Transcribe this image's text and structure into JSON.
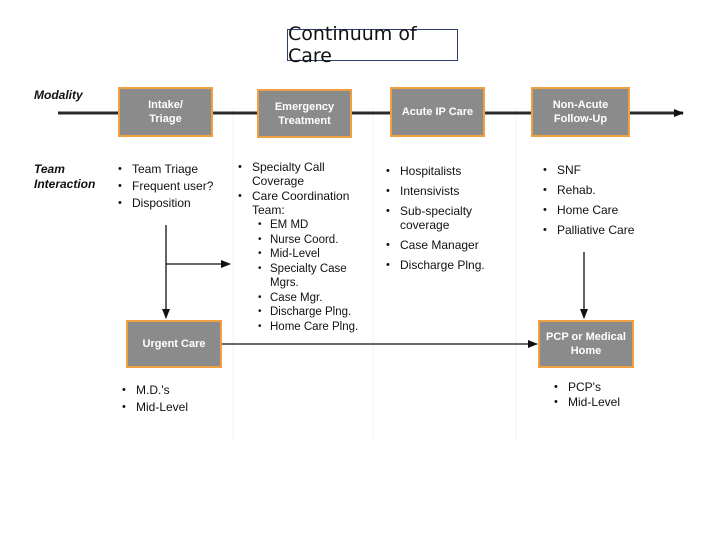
{
  "title": "Continuum of Care",
  "row_labels": {
    "modality": "Modality",
    "team": "Team\nInteraction"
  },
  "boxes": {
    "intake": "Intake/\nTriage",
    "emergency": "Emergency\nTreatment",
    "acute": "Acute IP Care",
    "nonacute": "Non-Acute\nFollow-Up",
    "urgent": "Urgent Care",
    "pcp": "PCP or Medical\nHome"
  },
  "lists": {
    "intake": [
      "Team Triage",
      "Frequent  user?",
      "Disposition"
    ],
    "emergency": [
      "Specialty Call Coverage",
      "Care Coordination Team:"
    ],
    "emergency_sub": [
      "EM MD",
      "Nurse Coord.",
      "Mid-Level",
      "Specialty Case Mgrs.",
      "Case Mgr.",
      "Discharge Plng.",
      "Home Care Plng."
    ],
    "acute": [
      "Hospitalists",
      "Intensivists",
      "Sub-specialty coverage",
      "Case Manager",
      "Discharge Plng."
    ],
    "nonacute": [
      "SNF",
      "Rehab.",
      "Home Care",
      "Palliative Care"
    ],
    "urgent": [
      "M.D.'s",
      "Mid-Level"
    ],
    "pcp": [
      "PCP's",
      "Mid-Level"
    ]
  }
}
